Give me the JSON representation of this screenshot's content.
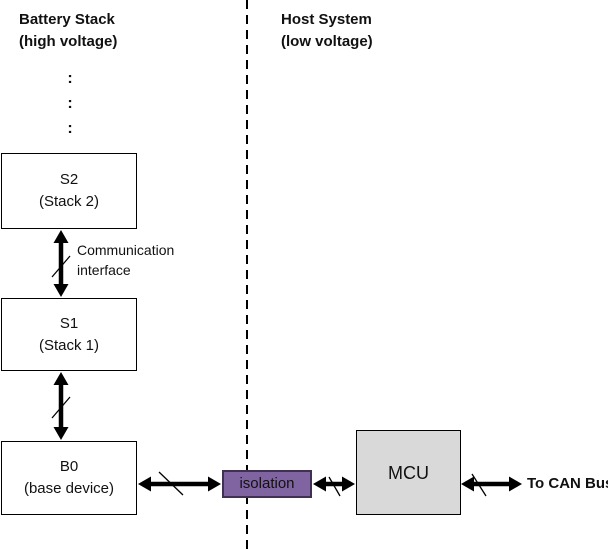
{
  "diagram": {
    "left_header": {
      "line1": "Battery Stack",
      "line2": "(high voltage)"
    },
    "right_header": {
      "line1": "Host System",
      "line2": "(low voltage)"
    },
    "ellipsis": {
      "dot1": ":",
      "dot2": ":",
      "dot3": ":"
    },
    "boxes": {
      "s2": {
        "title": "S2",
        "subtitle": "(Stack 2)"
      },
      "s1": {
        "title": "S1",
        "subtitle": "(Stack 1)"
      },
      "b0": {
        "title": "B0",
        "subtitle": "(base device)"
      },
      "isolation": {
        "label": "isolation"
      },
      "mcu": {
        "label": "MCU"
      }
    },
    "comm_interface_label": {
      "line1": "Communication",
      "line2": "interface"
    },
    "can_bus_label": "To CAN Bus"
  },
  "colors": {
    "background": "#FFFFFF",
    "text_color": "#111111",
    "line_color": "#000000",
    "box_fill": "#FFFFFF",
    "box_border": "#000000",
    "isolation_fill": "#8064A2",
    "isolation_border": "#403152",
    "mcu_fill": "#D9D9D9",
    "mcu_border": "#000000"
  }
}
